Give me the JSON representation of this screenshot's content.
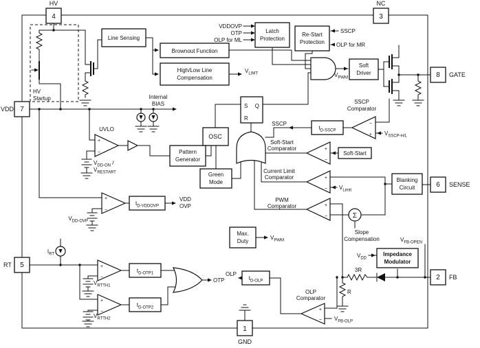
{
  "diagram": {
    "pins": {
      "hv": {
        "num": "4",
        "label": "HV"
      },
      "nc": {
        "num": "3",
        "label": "NC"
      },
      "vdd": {
        "num": "7",
        "label": "VDD"
      },
      "rt": {
        "num": "5",
        "label": "RT"
      },
      "gate": {
        "num": "8",
        "label": "GATE"
      },
      "sense": {
        "num": "6",
        "label": "SENSE"
      },
      "fb": {
        "num": "2",
        "label": "FB"
      },
      "gnd": {
        "num": "1",
        "label": "GND"
      }
    },
    "blocks": {
      "hv_startup": {
        "l1": "HV",
        "l2": "Startup"
      },
      "line_sensing": {
        "l1": "Line Sensing"
      },
      "brownout": {
        "l1": "Brownout Function"
      },
      "highlow": {
        "l1": "High/Low Line",
        "l2": "Compensation"
      },
      "latch_prot": {
        "l1": "Latch",
        "l2": "Protection"
      },
      "restart_prot": {
        "l1": "Re-Start",
        "l2": "Protection"
      },
      "soft_driver": {
        "l1": "Soft",
        "l2": "Driver"
      },
      "osc": {
        "l1": "OSC"
      },
      "pattern_gen": {
        "l1": "Pattern",
        "l2": "Generator"
      },
      "green_mode": {
        "l1": "Green",
        "l2": "Mode"
      },
      "max_duty": {
        "l1": "Max.",
        "l2": "Duty"
      },
      "blanking": {
        "l1": "Blanking",
        "l2": "Circuit"
      },
      "imp_mod": {
        "l1": "Impedance",
        "l2": "Modulator"
      }
    },
    "latch": {
      "s": "S",
      "r": "R",
      "q": "Q"
    },
    "delays": {
      "vddovp": {
        "base": "t",
        "sub": "D-VDDOVP"
      },
      "otp1": {
        "base": "t",
        "sub": "D-OTP1"
      },
      "otp2": {
        "base": "t",
        "sub": "D-OTP2"
      },
      "olp": {
        "base": "t",
        "sub": "D-OLP"
      },
      "sscp": {
        "base": "t",
        "sub": "D-SSCP"
      }
    },
    "comparators": {
      "uvlo": "UVLO",
      "sscp": {
        "l1": "SSCP",
        "l2": "Comparator"
      },
      "soft_start": {
        "l1": "Soft-Start",
        "l2": "Comparator"
      },
      "current_limit": {
        "l1": "Current Limit",
        "l2": "Comparator"
      },
      "pwm": {
        "l1": "PWM",
        "l2": "Comparator"
      },
      "olp": {
        "l1": "OLP",
        "l2": "Comparator"
      }
    },
    "signals": {
      "vddovp_in": "VDDOVP",
      "otp_in": "OTP",
      "olp_ml": "OLP for ML",
      "sscp_rs": "SSCP",
      "olp_mr": "OLP for MR",
      "vpwm": {
        "base": "V",
        "sub": "PWM"
      },
      "vlimt": {
        "base": "V",
        "sub": "LIMT"
      },
      "internal_bias": {
        "l1": "Internal",
        "l2": "BIAS"
      },
      "vdd_on": {
        "base": "V",
        "sub": "DD-ON",
        "suffix": " /"
      },
      "vrestart": {
        "base": "V",
        "sub": "RESTART"
      },
      "vdd_ovp_out": {
        "l1": "VDD",
        "l2": "OVP"
      },
      "vdd_ovp_ref": {
        "base": "V",
        "sub": "DD-OVP"
      },
      "sscp_sig": "SSCP",
      "vsscp": {
        "base": "V",
        "sub": "SSCP-H/L"
      },
      "soft_start": "Soft-Start",
      "vlimit": {
        "base": "V",
        "sub": "Limit"
      },
      "slope": {
        "l1": "Slope",
        "l2": "Compensation"
      },
      "sigma": "Σ",
      "vfb_open": {
        "base": "V",
        "sub": "FB-OPEN"
      },
      "vdd_arrow": {
        "base": "V",
        "sub": "DD"
      },
      "r3": "3R",
      "r": "R",
      "vfb_olp": {
        "base": "V",
        "sub": "FB-OLP"
      },
      "olp_out": "OLP",
      "otp_out": "OTP",
      "irt": {
        "base": "I",
        "sub": "RT"
      },
      "vrtth1": {
        "base": "V",
        "sub": "RTTH1"
      },
      "vrtth2": {
        "base": "V",
        "sub": "RTTH2"
      }
    },
    "signs": {
      "plus": "+",
      "minus": "−"
    }
  }
}
